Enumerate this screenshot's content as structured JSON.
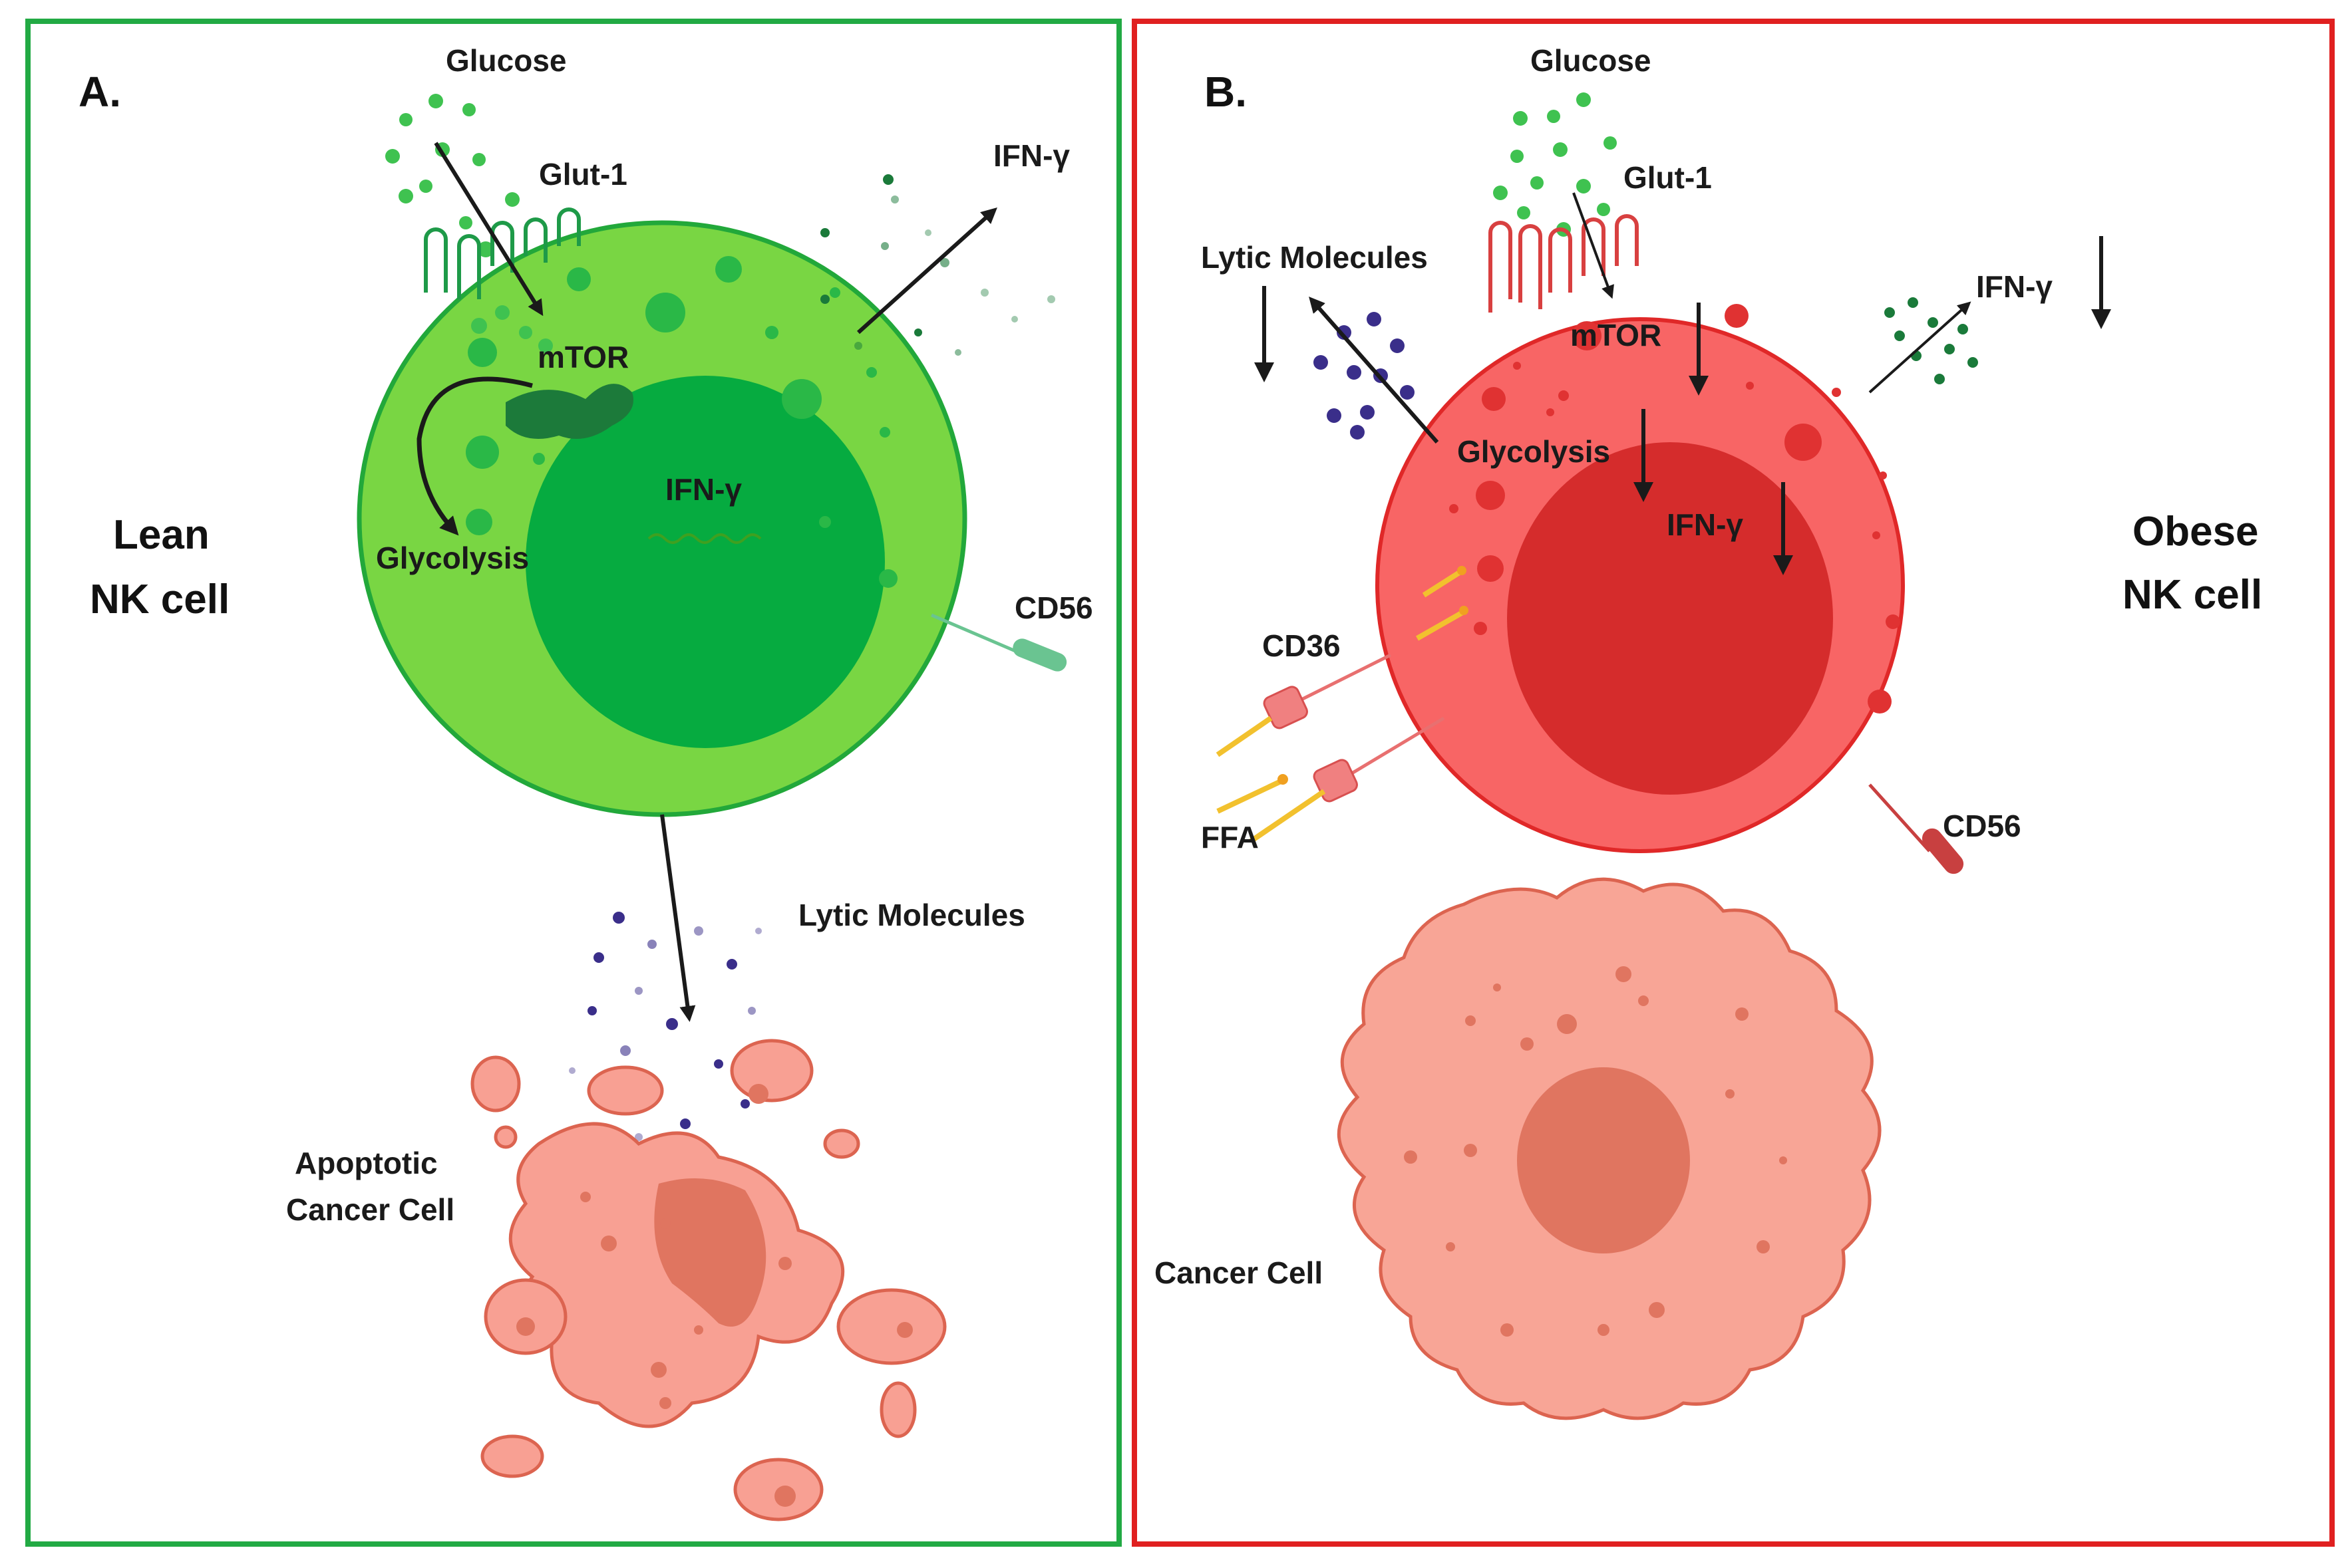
{
  "panel_a": {
    "letter": "A.",
    "cell_type_line1": "Lean",
    "cell_type_line2": "NK cell",
    "glucose": "Glucose",
    "glut1": "Glut-1",
    "mtor": "mTOR",
    "glycolysis": "Glycolysis",
    "ifn_nucleus": "IFN-γ",
    "ifn_secreted": "IFN-γ",
    "cd56": "CD56",
    "lytic": "Lytic Molecules",
    "target_line1": "Apoptotic",
    "target_line2": "Cancer Cell",
    "border_color": "#22aa44"
  },
  "panel_b": {
    "letter": "B.",
    "cell_type_line1": "Obese",
    "cell_type_line2": "NK cell",
    "glucose": "Glucose",
    "glut1": "Glut-1",
    "mtor": "mTOR",
    "glycolysis": "Glycolysis",
    "ifn_nucleus": "IFN-γ",
    "ifn_secreted": "IFN-γ",
    "cd56": "CD56",
    "cd36": "CD36",
    "ffa": "FFA",
    "lytic": "Lytic Molecules",
    "target": "Cancer Cell",
    "border_color": "#e02020"
  }
}
